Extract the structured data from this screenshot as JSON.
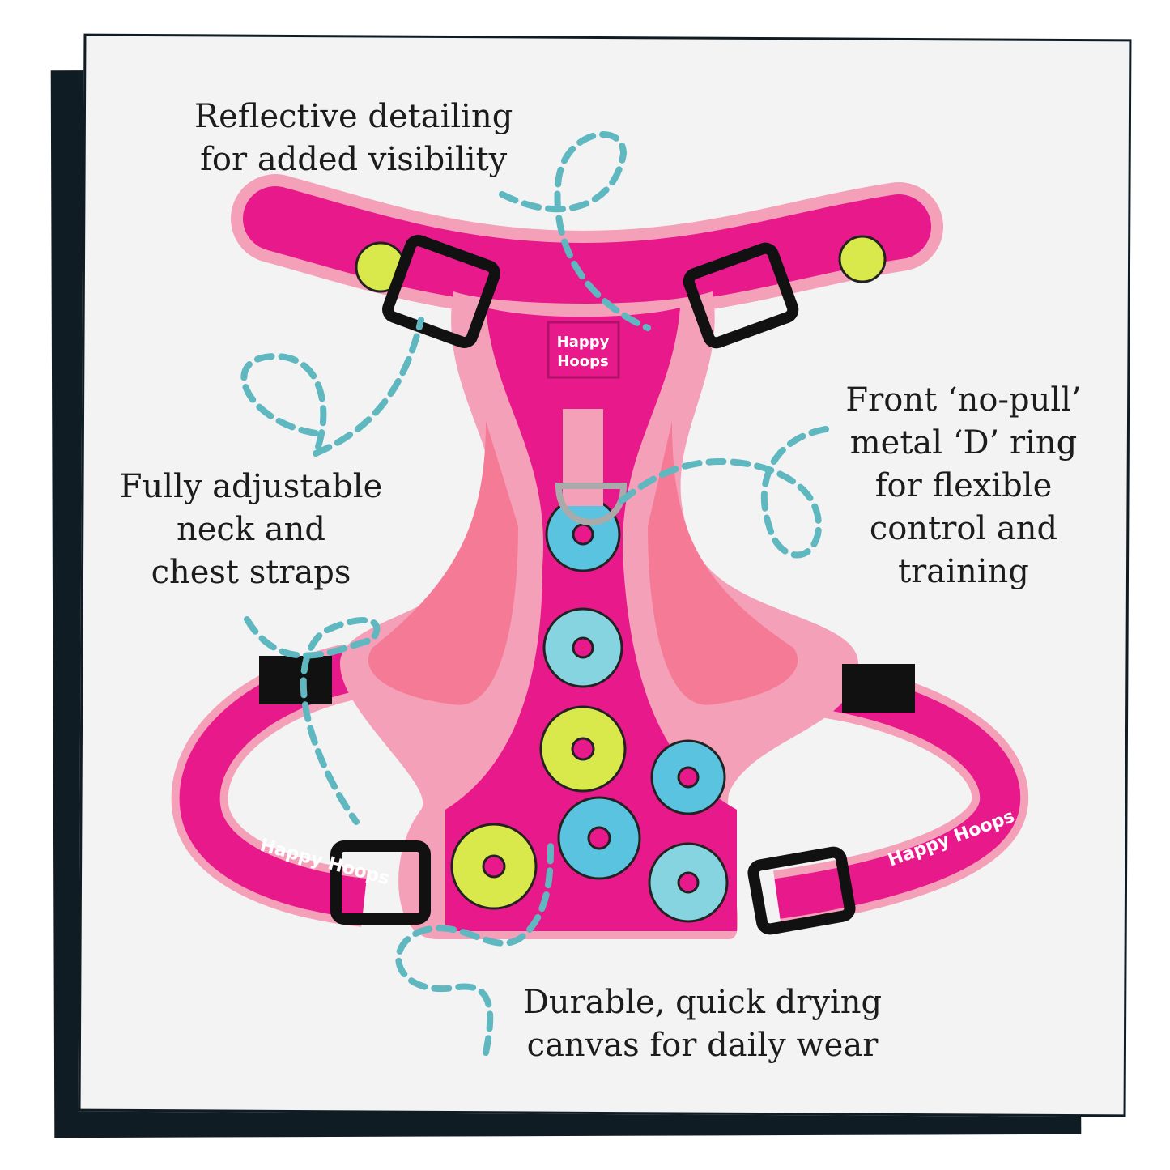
{
  "callouts": {
    "reflective": [
      "Reflective detailing",
      "for added visibility"
    ],
    "adjustable": [
      "Fully adjustable",
      "neck and",
      "chest straps"
    ],
    "d_ring": [
      "Front ‘no-pull’",
      "metal ‘D’ ring",
      "for  flexible",
      "control and",
      "training"
    ],
    "canvas": [
      "Durable, quick drying",
      "canvas for daily wear"
    ]
  },
  "brand": {
    "logo": "Happy Hoops",
    "strap_text": "Happy Hoops"
  },
  "colors": {
    "harness": "#e8198a",
    "trim": "#f4a0b8",
    "mesh": "#f57a95",
    "arrow": "#5fb8c0",
    "frame": "#0f1c24"
  }
}
